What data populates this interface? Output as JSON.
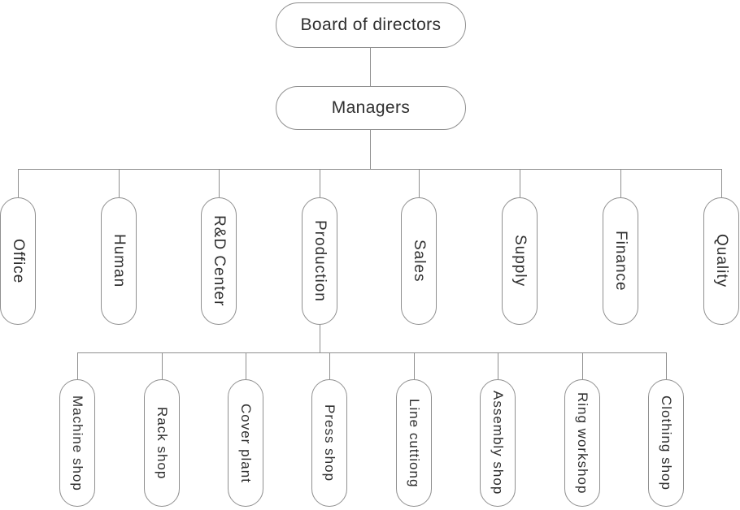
{
  "chart": {
    "root": {
      "label": "Board of directors"
    },
    "manager": {
      "label": "Managers"
    },
    "departments": [
      {
        "label": "Office"
      },
      {
        "label": "Human"
      },
      {
        "label": "R&D Center"
      },
      {
        "label": "Production"
      },
      {
        "label": "Sales"
      },
      {
        "label": "Supply"
      },
      {
        "label": "Finance"
      },
      {
        "label": "Quality"
      }
    ],
    "production_children": [
      {
        "label": "Machine shop"
      },
      {
        "label": "Rack shop"
      },
      {
        "label": "Cover plant"
      },
      {
        "label": "Press shop"
      },
      {
        "label": "Line cuttiong"
      },
      {
        "label": "Assembly shop"
      },
      {
        "label": "Ring workshop"
      },
      {
        "label": "Clothing shop"
      }
    ]
  },
  "colors": {
    "line": "#8f8f8f",
    "node_border": "#8f8f8f",
    "text": "#2f2f2f",
    "background": "#ffffff"
  }
}
